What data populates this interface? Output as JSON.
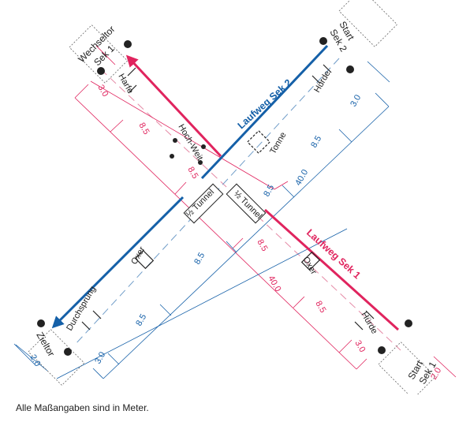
{
  "labels": {
    "wechseltor_line1": "Wechseltor",
    "wechseltor_line2": "Sek 1",
    "start_top_line1": "Start",
    "start_top_line2": "Sek 2",
    "start_bottom_line1": "Start",
    "start_bottom_line2": "Sek 1",
    "zieltor": "Zieltor",
    "route_blue": "Laufweg Sek 2",
    "route_red": "Laufweg Sek 1"
  },
  "obstacles": {
    "harfe": "Harfe",
    "huerde_top": "Hürde",
    "hochweit": "Hoch-Weit",
    "tonne": "Tonne",
    "tunnel_left": "½ Tunnel",
    "tunnel_right": "½ Tunnel",
    "oxer_left": "Oxer",
    "oxer_right": "Oxer",
    "durchsprung": "Durchsprung",
    "huerde_bottom": "Hürde"
  },
  "dimensions_red": {
    "d_top_30": "3.0",
    "d_top_85a": "8.5",
    "d_top_85b": "8.5",
    "d_bot_85a": "8.5",
    "d_bot_85b": "8.5",
    "d_bot_30": "3.0",
    "d_400": "40.0",
    "d_gate_20": "2.0"
  },
  "dimensions_blue": {
    "d_top_30": "3.0",
    "d_top_85a": "8.5",
    "d_top_85b": "8.5",
    "d_bot_85a": "8.5",
    "d_bot_85b": "8.5",
    "d_bot_30": "3.0",
    "d_400": "40.0",
    "d_gate_20": "2.0"
  },
  "colors": {
    "blue": "#1560a8",
    "red": "#e0245e",
    "dashed_blue": "#6f9cc8",
    "dashed_red": "#e58aa6"
  },
  "footnote": "Alle Maßangaben sind in Meter."
}
